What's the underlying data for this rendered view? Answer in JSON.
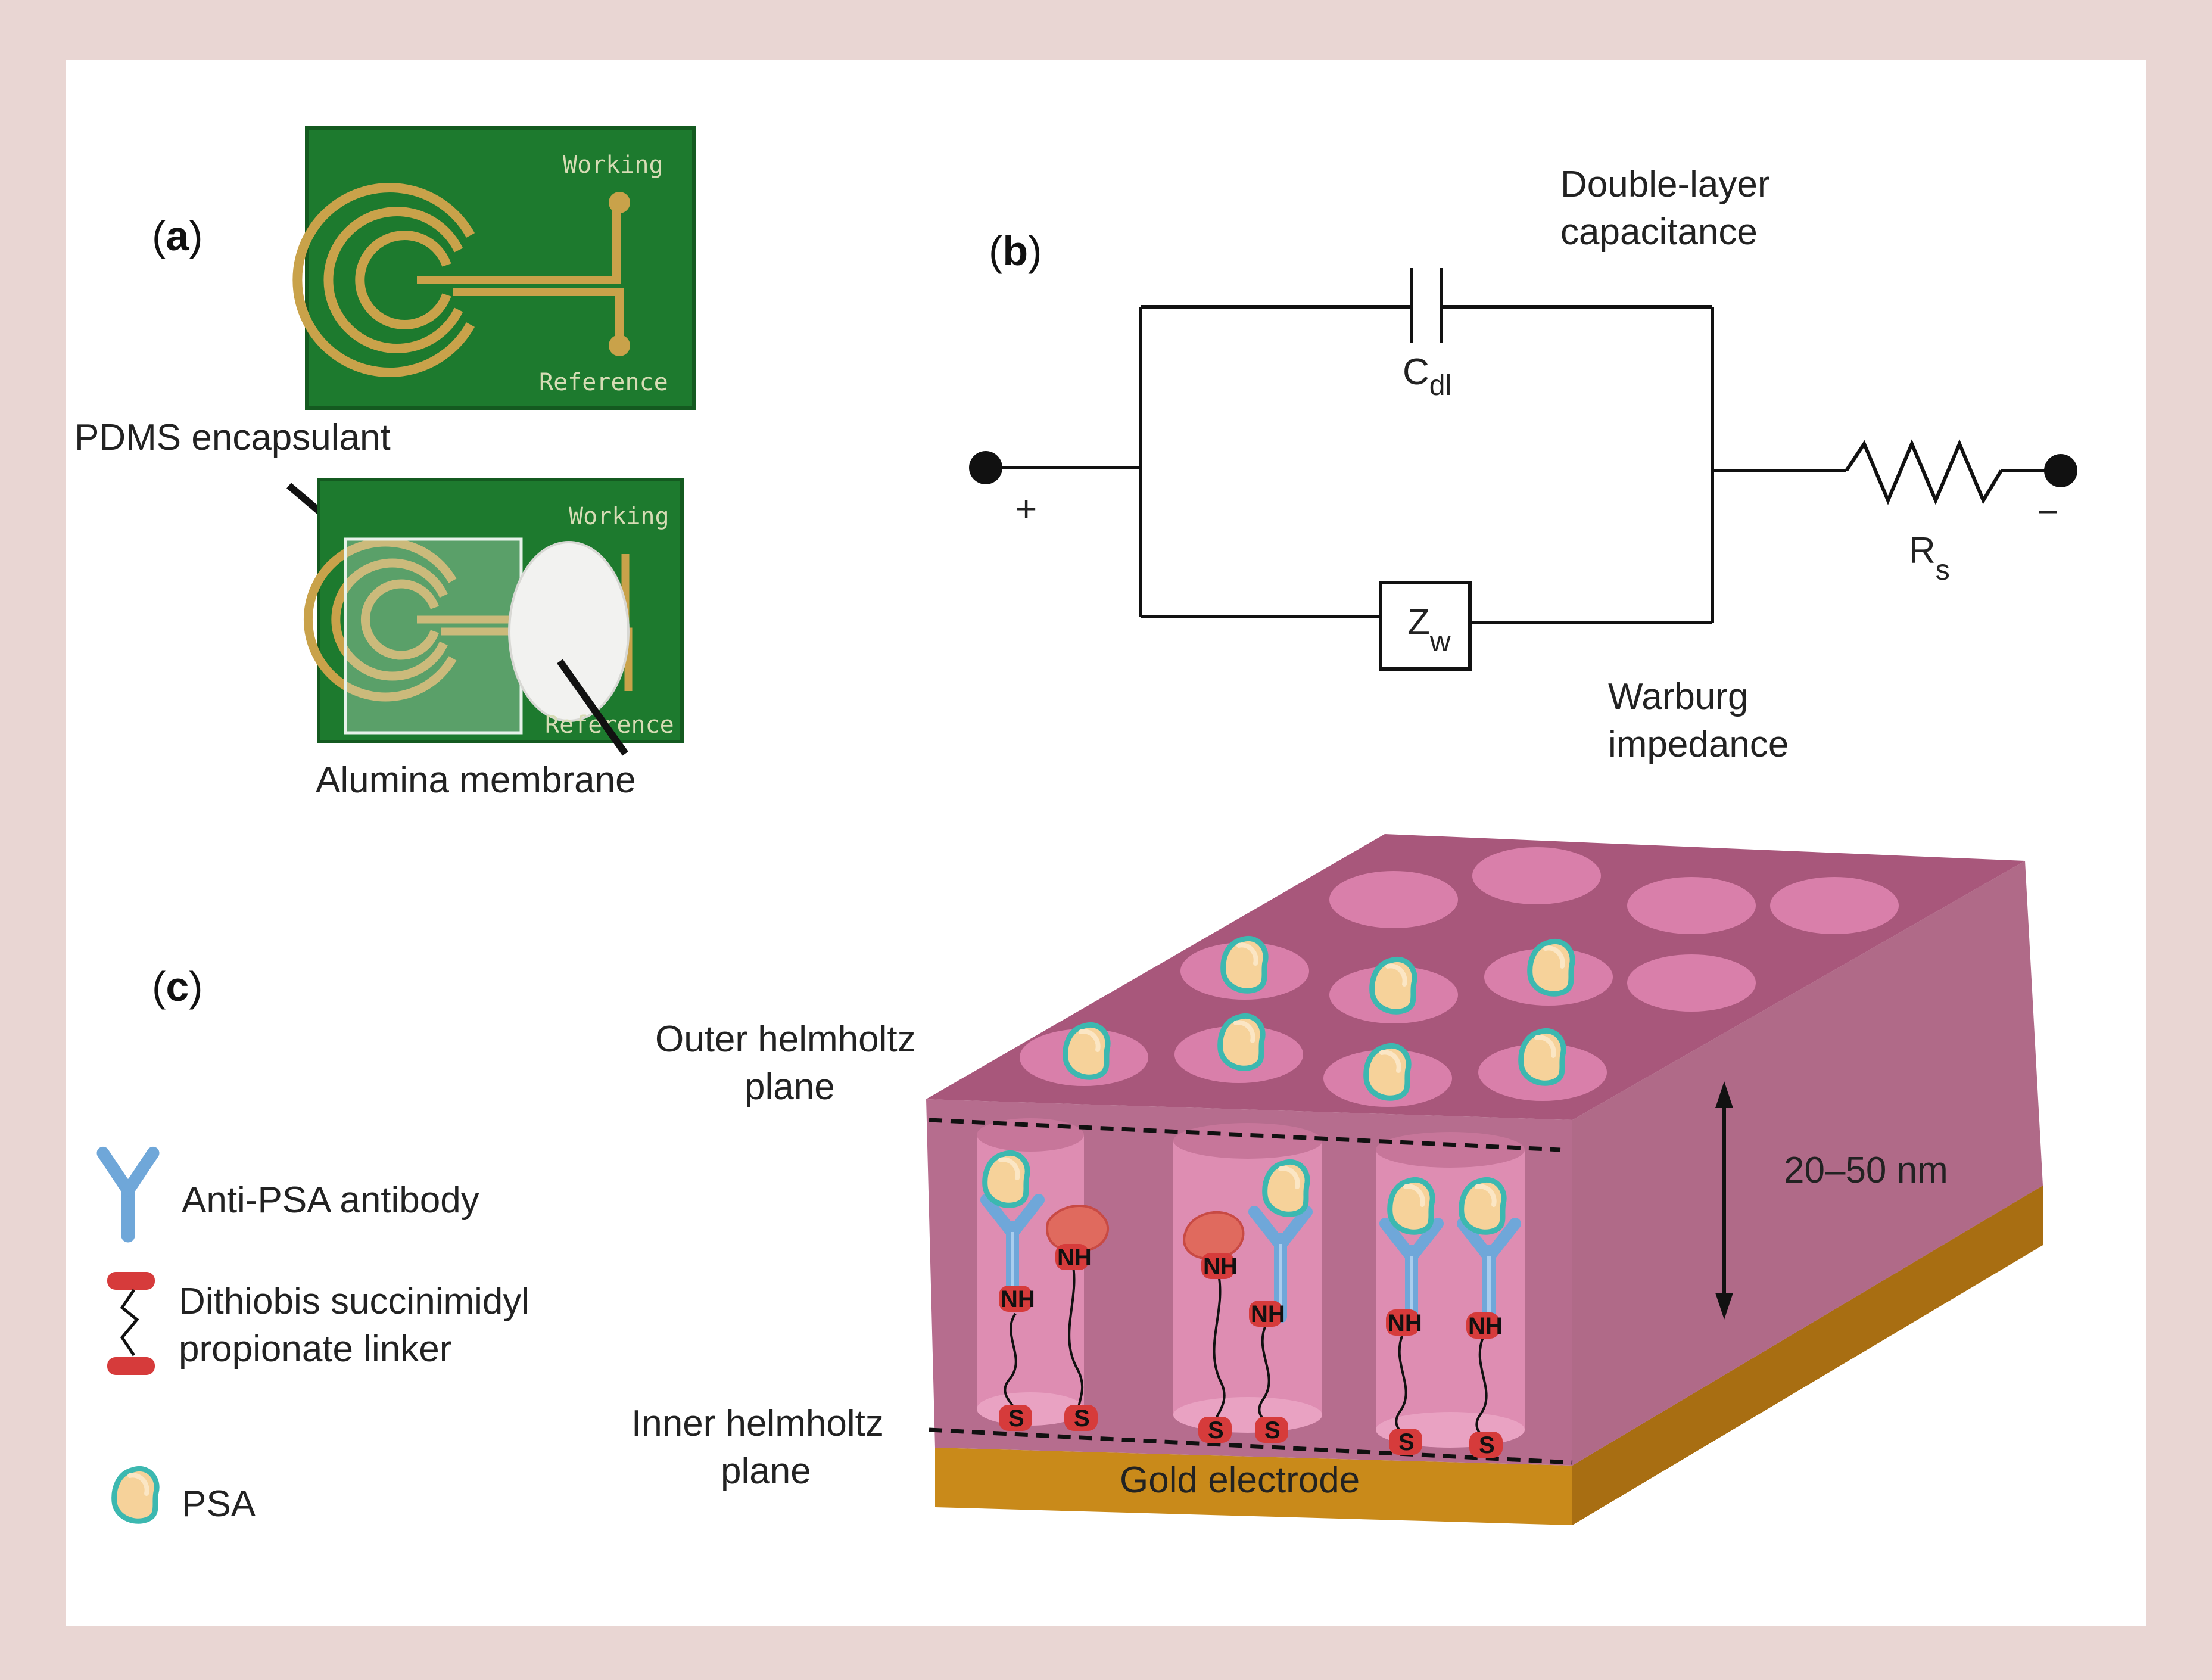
{
  "panels": {
    "a": "a",
    "b": "b",
    "c": "c"
  },
  "panel_a": {
    "working_top": "Working",
    "reference_top": "Reference",
    "working_bottom": "Working",
    "reference_bottom": "Reference",
    "pdms_label": "PDMS encapsulant",
    "alumina_label": "Alumina membrane"
  },
  "panel_b": {
    "double_layer_line1": "Double-layer",
    "double_layer_line2": "capacitance",
    "cdl_main": "C",
    "cdl_sub": "dl",
    "zw_main": "Z",
    "zw_sub": "w",
    "rs_main": "R",
    "rs_sub": "s",
    "plus": "+",
    "minus": "−",
    "warburg_line1": "Warburg",
    "warburg_line2": "impedance"
  },
  "panel_c": {
    "outer_line1": "Outer helmholtz",
    "outer_line2": "plane",
    "inner_line1": "Inner helmholtz",
    "inner_line2": "plane",
    "gold_label": "Gold electrode",
    "thickness_label": "20–50 nm",
    "nh": "NH",
    "s": "S",
    "legend": {
      "antibody": "Anti-PSA antibody",
      "linker_line1": "Dithiobis succinimidyl",
      "linker_line2": "propionate linker",
      "psa": "PSA"
    }
  },
  "colors": {
    "border": "#e9d6d3",
    "pcb_green": "#1d7a2e",
    "gold_trace": "#c9a24a",
    "membrane_top": "#a8577b",
    "membrane_side": "#b06a88",
    "pore": "#d97faa",
    "gold_layer": "#c98a1a",
    "antibody": "#6fa7d9",
    "linker": "#d63b3b",
    "psa_fill": "#f6d29a",
    "psa_outline": "#3cb8b0"
  }
}
